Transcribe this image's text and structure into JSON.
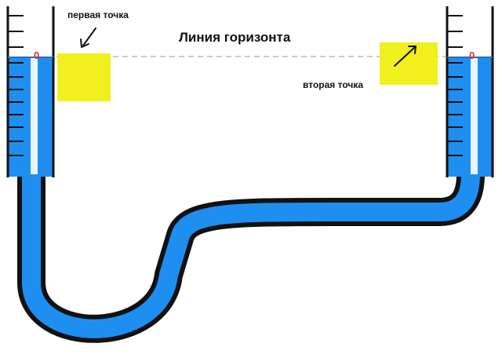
{
  "diagram": {
    "title": "Линия горизонта",
    "point_labels": [
      "первая точка",
      "вторая точка"
    ],
    "zero_mark": "0",
    "colors": {
      "water": "#1e8ff0",
      "tube_outline": "#111111",
      "marker": "#f2ef1e",
      "zero": "#c0392b",
      "horizon_line": "#bbbbbb"
    }
  }
}
